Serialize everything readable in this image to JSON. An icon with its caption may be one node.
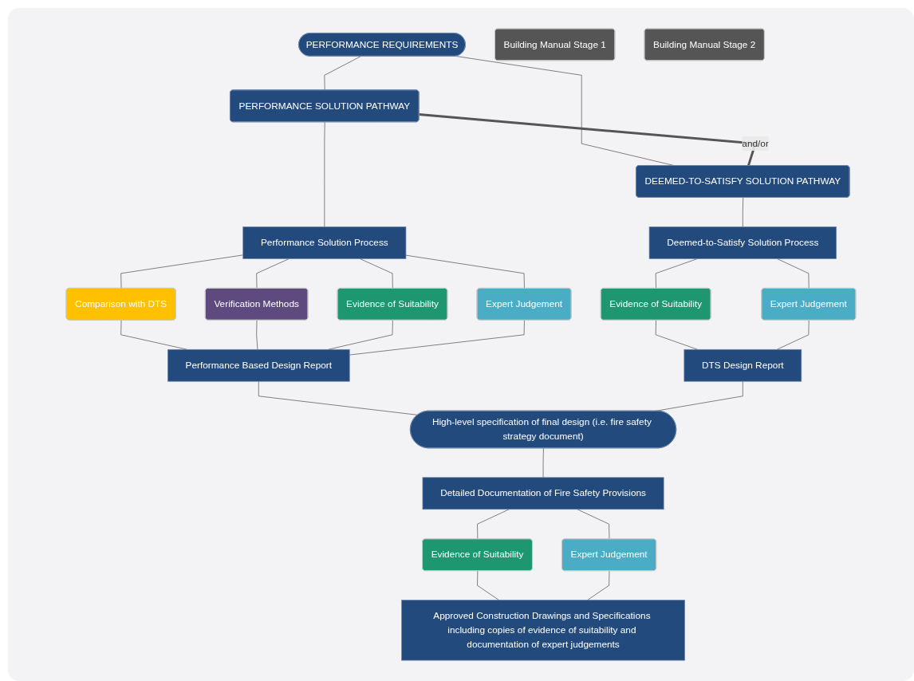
{
  "diagram": {
    "nodes": [
      {
        "text": [
          "PERFORMANCE REQUIREMENTS"
        ]
      },
      {
        "text": [
          "PERFORMANCE SOLUTION PATHWAY"
        ]
      },
      {
        "text": [
          "DEEMED-TO-SATISFY SOLUTION PATHWAY"
        ]
      },
      {
        "text": [
          "Performance Solution Process"
        ]
      },
      {
        "text": [
          "Deemed-to-Satisfy Solution Process"
        ]
      },
      {
        "text": [
          "Comparison with DTS"
        ]
      },
      {
        "text": [
          "Verification Methods"
        ]
      },
      {
        "text": [
          "Evidence of Suitability"
        ]
      },
      {
        "text": [
          "Expert Judgement"
        ]
      },
      {
        "text": [
          "Evidence of Suitability"
        ]
      },
      {
        "text": [
          "Expert Judgement"
        ]
      },
      {
        "text": [
          "Performance Based Design Report"
        ]
      },
      {
        "text": [
          "DTS Design Report"
        ]
      },
      {
        "text": [
          "High-level specification of final design (i.e. fire safety strategy document)"
        ]
      },
      {
        "text": [
          "Building Manual Stage 1"
        ]
      },
      {
        "text": [
          "Detailed Documentation of Fire Safety Provisions"
        ]
      },
      {
        "text": [
          "Evidence of Suitability"
        ]
      },
      {
        "text": [
          "Expert Judgement"
        ]
      },
      {
        "text": [
          "Approved Construction Drawings and Specifications including copies of evidence of suitability and documentation of expert judgements"
        ]
      },
      {
        "text": [
          "Building Manual Stage 2"
        ]
      }
    ],
    "edges": [
      {
        "from": 0,
        "to": 1,
        "arrow": "none"
      },
      {
        "from": 0,
        "to": 2,
        "arrow": "none"
      },
      {
        "from": 1,
        "to": 2,
        "arrow": "none",
        "label": "and/or",
        "style": "thick"
      },
      {
        "from": 1,
        "to": 3,
        "arrow": "none"
      },
      {
        "from": 2,
        "to": 4,
        "arrow": "none"
      },
      {
        "from": 3,
        "to": 5,
        "arrow": "none"
      },
      {
        "from": 3,
        "to": 6,
        "arrow": "none"
      },
      {
        "from": 3,
        "to": 7,
        "arrow": "none"
      },
      {
        "from": 3,
        "to": 8,
        "arrow": "none"
      },
      {
        "from": 4,
        "to": 9,
        "arrow": "none"
      },
      {
        "from": 4,
        "to": 10,
        "arrow": "none"
      },
      {
        "from": 5,
        "to": 11,
        "arrow": "none"
      },
      {
        "from": 6,
        "to": 11,
        "arrow": "none"
      },
      {
        "from": 7,
        "to": 11,
        "arrow": "none"
      },
      {
        "from": 8,
        "to": 11,
        "arrow": "none"
      },
      {
        "from": 9,
        "to": 12,
        "arrow": "none"
      },
      {
        "from": 10,
        "to": 12,
        "arrow": "none"
      },
      {
        "from": 11,
        "to": 13,
        "arrow": "none"
      },
      {
        "from": 12,
        "to": 13,
        "arrow": "none"
      },
      {
        "from": 13,
        "to": 15,
        "arrow": "none"
      },
      {
        "from": 15,
        "to": 16,
        "arrow": "none"
      },
      {
        "from": 15,
        "to": 17,
        "arrow": "none"
      },
      {
        "from": 16,
        "to": 18,
        "arrow": "none"
      },
      {
        "from": 17,
        "to": 18,
        "arrow": "none"
      }
    ]
  }
}
